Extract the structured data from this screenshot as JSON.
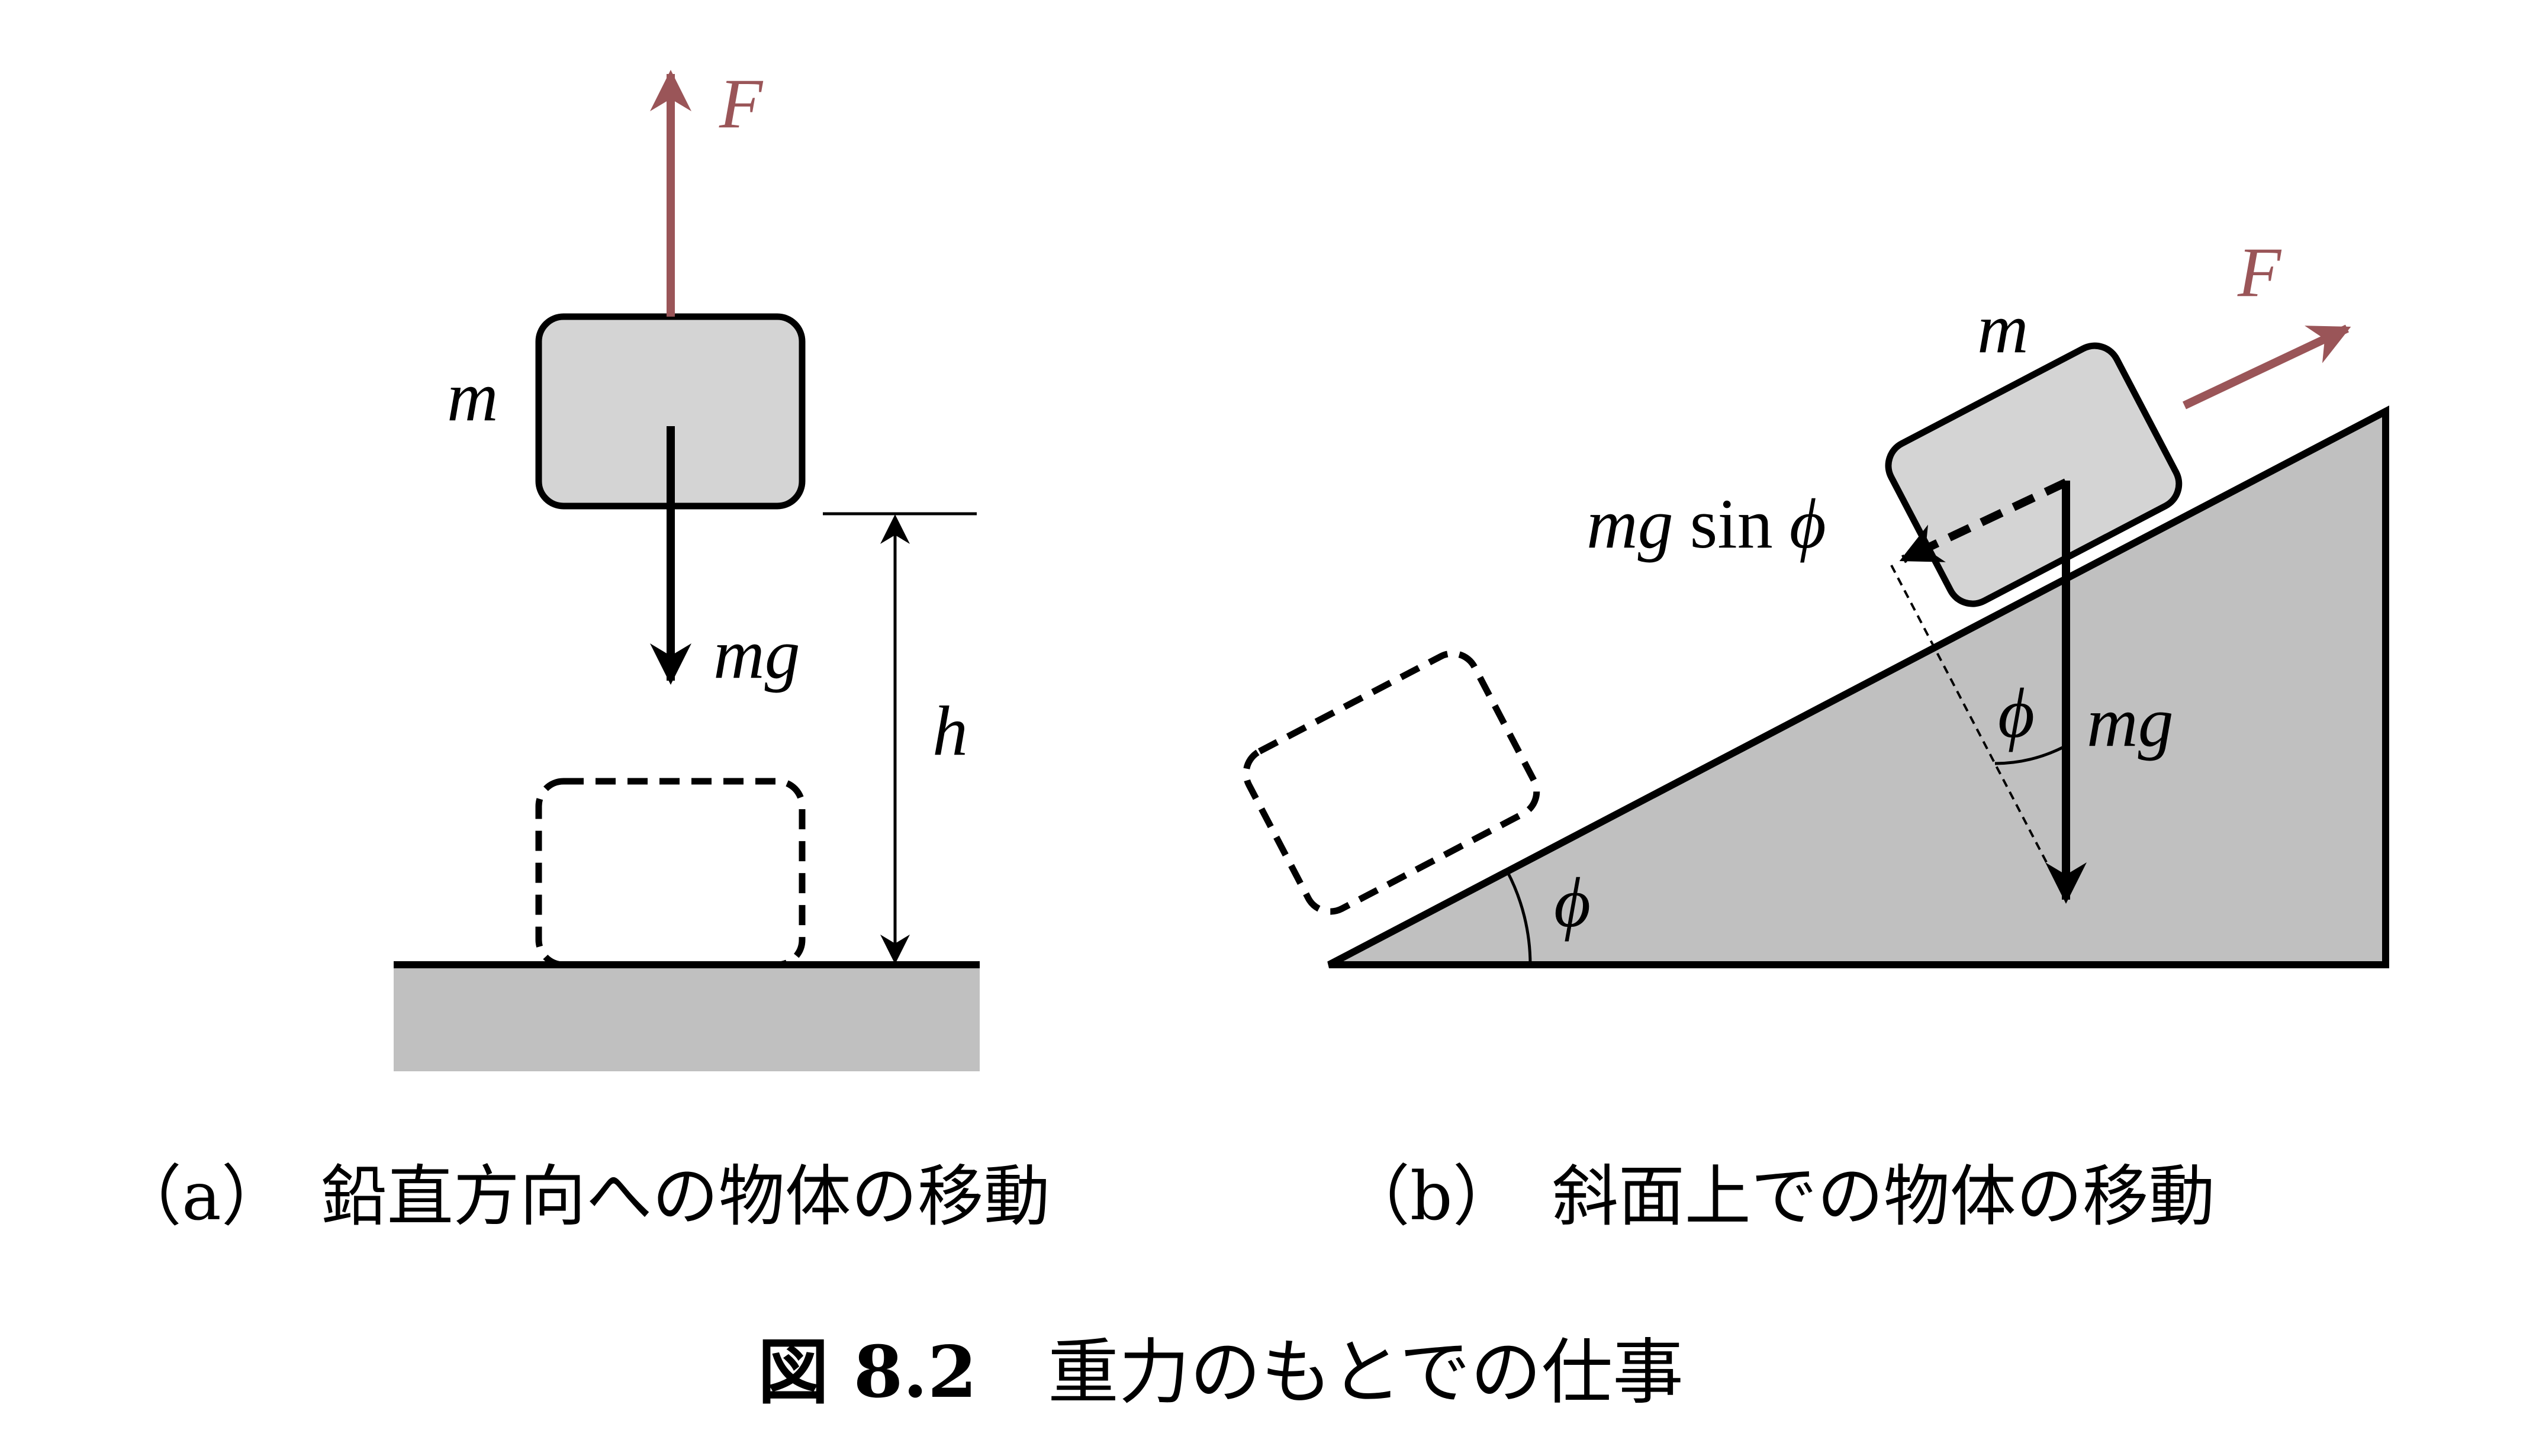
{
  "colors": {
    "force_arrow": "#9a5558",
    "block_fill": "#d4d4d4",
    "ground_fill": "#c0c0c0",
    "incline_fill": "#c0c0c0",
    "line": "#000000"
  },
  "panel_a": {
    "force_label": "F",
    "mass_label": "m",
    "weight_label": "mg",
    "height_label": "h",
    "caption": "（a）　鉛直方向への物体の移動"
  },
  "panel_b": {
    "force_label": "F",
    "mass_label": "m",
    "component_label_mg": "mg",
    "component_label_sin": "sin",
    "component_label_phi": "ϕ",
    "angle_at_weight": "ϕ",
    "weight_label": "mg",
    "incline_angle": "ϕ",
    "caption": "（b）　斜面上での物体の移動"
  },
  "figure_title": {
    "number": "図 8.2",
    "text": "重力のもとでの仕事"
  }
}
